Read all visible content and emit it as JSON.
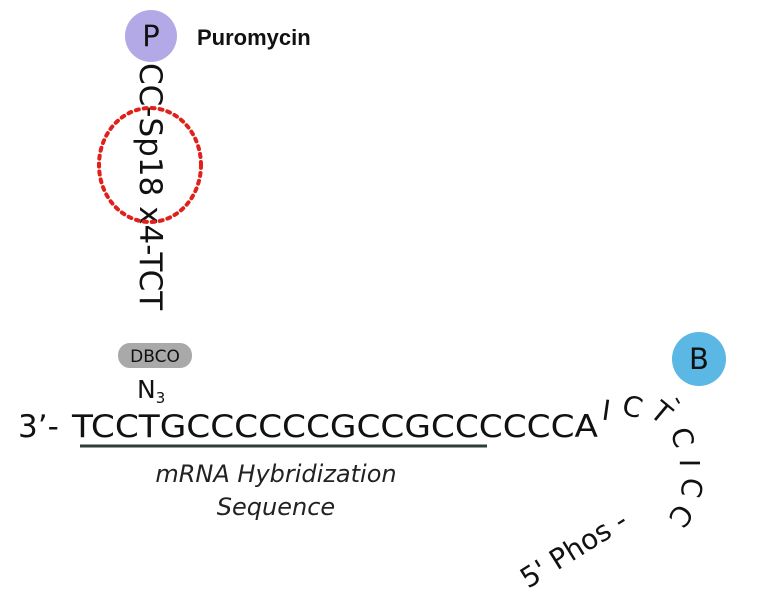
{
  "puromycin_node": {
    "letter": "P",
    "label": "Puromycin",
    "color": "#b3a9e6"
  },
  "biotin_node": {
    "letter": "B",
    "color": "#5bb7e3"
  },
  "linker_text": "CC-Sp18 x4-TCT",
  "dbco_badge": {
    "label": "DBCO",
    "color": "#a9a9a9"
  },
  "azide": {
    "base": "N",
    "subscript": "3"
  },
  "strand": {
    "prefix": "3’-",
    "sequence": "TCCTGCCCCCCGCCGCCCCCCA",
    "tail_letters": [
      "I",
      "C",
      "T",
      "C",
      "I",
      "C",
      "C"
    ],
    "tail_dash": "-",
    "five_prime_label": "5' Phos -"
  },
  "hybridization_label": {
    "line1": "mRNA Hybridization",
    "line2": "Sequence",
    "underline_color": "#2c3e3a"
  },
  "colors": {
    "inosine": "#d98fcb",
    "highlight_circle": "#e0201b"
  }
}
